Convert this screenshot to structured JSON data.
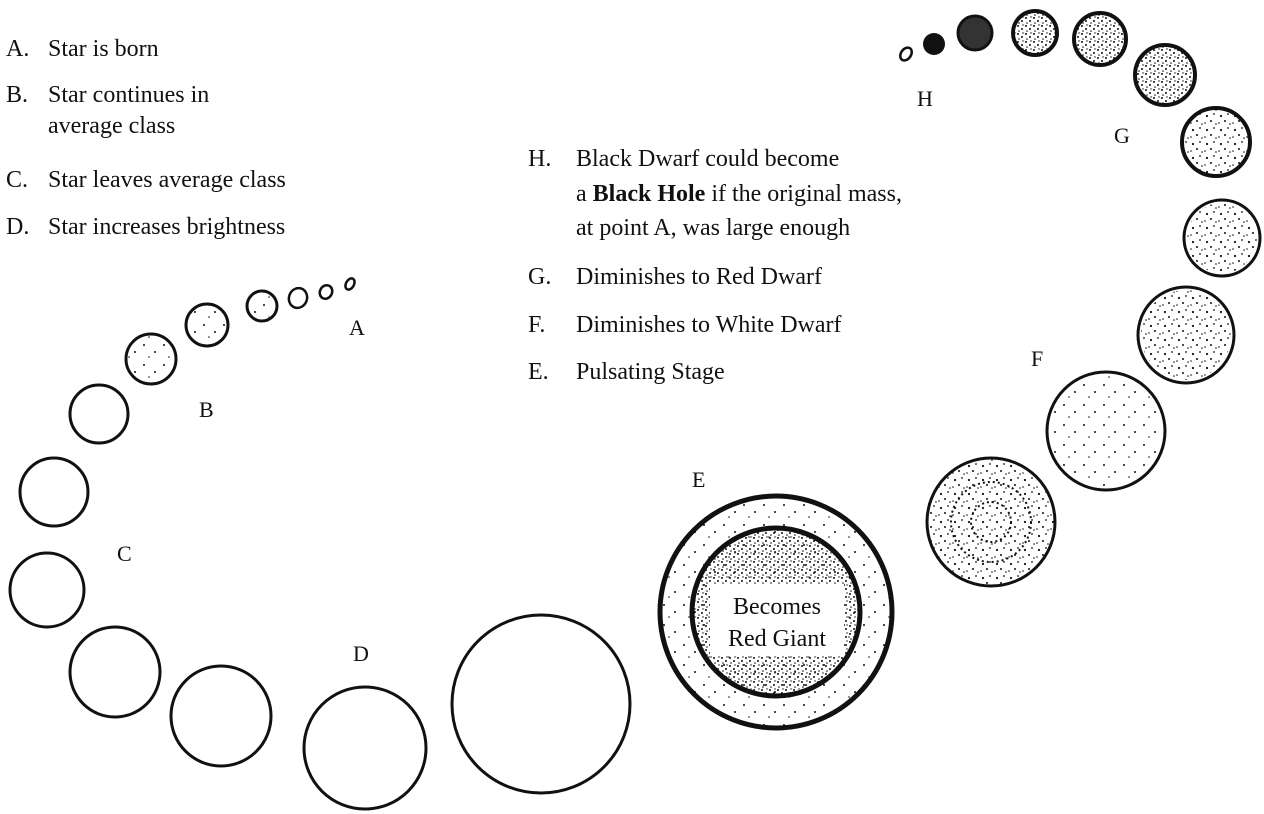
{
  "legend_left": [
    {
      "letter": "A.",
      "lines": [
        "Star is born"
      ]
    },
    {
      "letter": "B.",
      "lines": [
        "Star continues in",
        "average class"
      ]
    },
    {
      "letter": "C.",
      "lines": [
        "Star leaves average class"
      ]
    },
    {
      "letter": "D.",
      "lines": [
        "Star increases brightness"
      ]
    }
  ],
  "legend_right": [
    {
      "letter": "H.",
      "line1": "Black Dwarf could become",
      "line2_prefix": "a ",
      "line2_bold": "Black Hole",
      "line2_suffix": " if the original mass,",
      "line3": "at point A, was large enough"
    },
    {
      "letter": "G.",
      "line1": "Diminishes to Red Dwarf"
    },
    {
      "letter": "F.",
      "line1": "Diminishes to White Dwarf"
    },
    {
      "letter": "E.",
      "line1": "Pulsating Stage"
    }
  ],
  "stage_labels": {
    "A": "A",
    "B": "B",
    "C": "C",
    "D": "D",
    "E": "E",
    "F": "F",
    "G": "G",
    "H": "H"
  },
  "red_giant_label": [
    "Becomes",
    "Red Giant"
  ]
}
